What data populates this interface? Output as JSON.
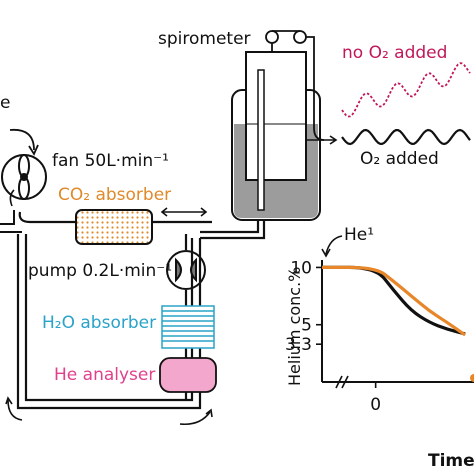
{
  "labels": {
    "spirometer": "spirometer",
    "no_o2_added": "no O₂ added",
    "o2_added": "O₂ added",
    "left_edge_fragment": "e",
    "fan": "fan 50L·min⁻¹",
    "co2_absorber": "CO₂ absorber",
    "pump": "pump 0.2L·min⁻¹",
    "h2o_absorber": "H₂O absorber",
    "he_analyser": "He analyser",
    "he1_marker": "He¹"
  },
  "colors": {
    "co2_absorber": "#e08a2a",
    "h2o_absorber": "#2aa3c8",
    "he_analyser": "#e0408c",
    "no_o2_trace": "#c0185a",
    "orange_curve": "#e8862a"
  },
  "chart_data": {
    "type": "line",
    "ylabel": "Helium conc.%",
    "xlabel": "Time",
    "y_ticks": [
      "10",
      "5",
      "3.3"
    ],
    "x_ticks": [
      "0"
    ],
    "series": [
      {
        "color": "#111111",
        "points": [
          [
            -3,
            10
          ],
          [
            0,
            10
          ],
          [
            1,
            8
          ],
          [
            2,
            6.2
          ],
          [
            3,
            5.2
          ],
          [
            4,
            4.6
          ],
          [
            5,
            4.2
          ]
        ]
      },
      {
        "color": "#e8862a",
        "points": [
          [
            -3,
            10
          ],
          [
            0,
            10
          ],
          [
            1,
            8.8
          ],
          [
            2,
            7.5
          ],
          [
            3,
            6.2
          ],
          [
            4,
            5.2
          ],
          [
            5,
            4.1
          ]
        ]
      }
    ]
  }
}
